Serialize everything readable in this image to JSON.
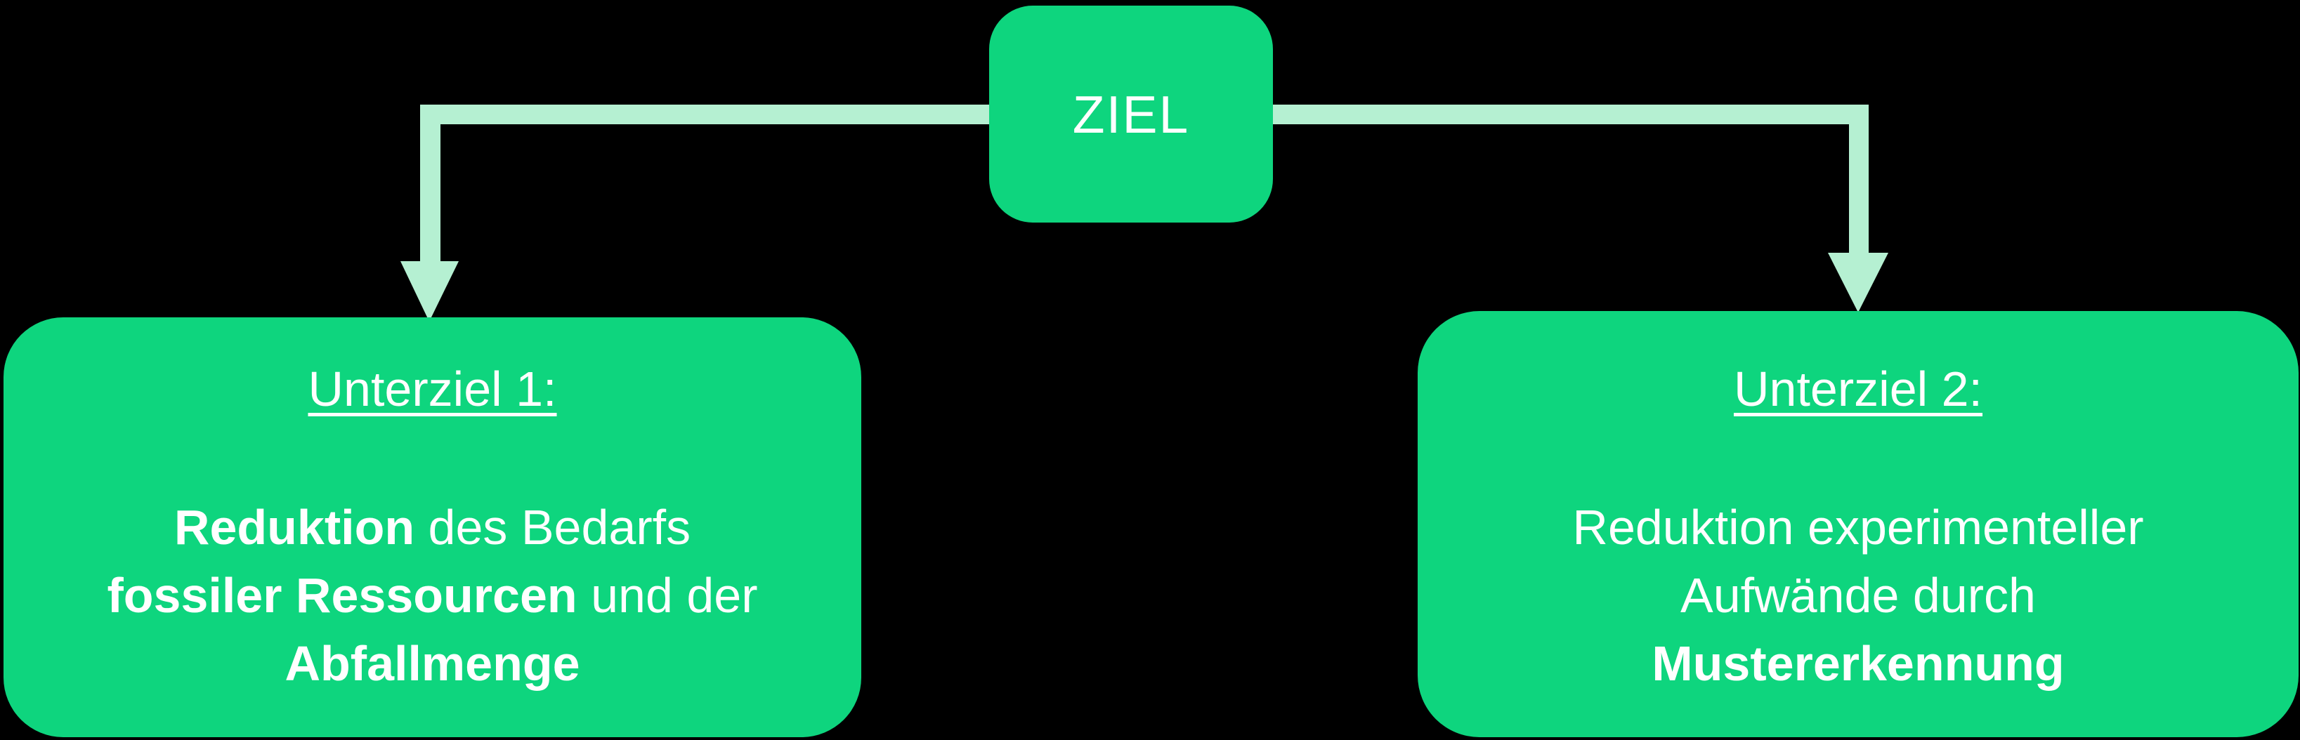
{
  "diagram": {
    "colors": {
      "background": "#000000",
      "node_fill": "#0ed57e",
      "connector": "#b5f0d2",
      "text": "#ffffff"
    },
    "goal": {
      "label": "ZIEL"
    },
    "subgoal1": {
      "heading": "Unterziel 1:",
      "line1_bold": "Reduktion",
      "line1_rest": " des Bedarfs",
      "line2_bold": "fossiler Ressourcen",
      "line2_rest": " und der",
      "line3_bold": "Abfallmenge"
    },
    "subgoal2": {
      "heading": "Unterziel 2:",
      "line1": "Reduktion experimenteller",
      "line2": "Aufwände durch",
      "line3_bold": "Mustererkennung"
    }
  }
}
